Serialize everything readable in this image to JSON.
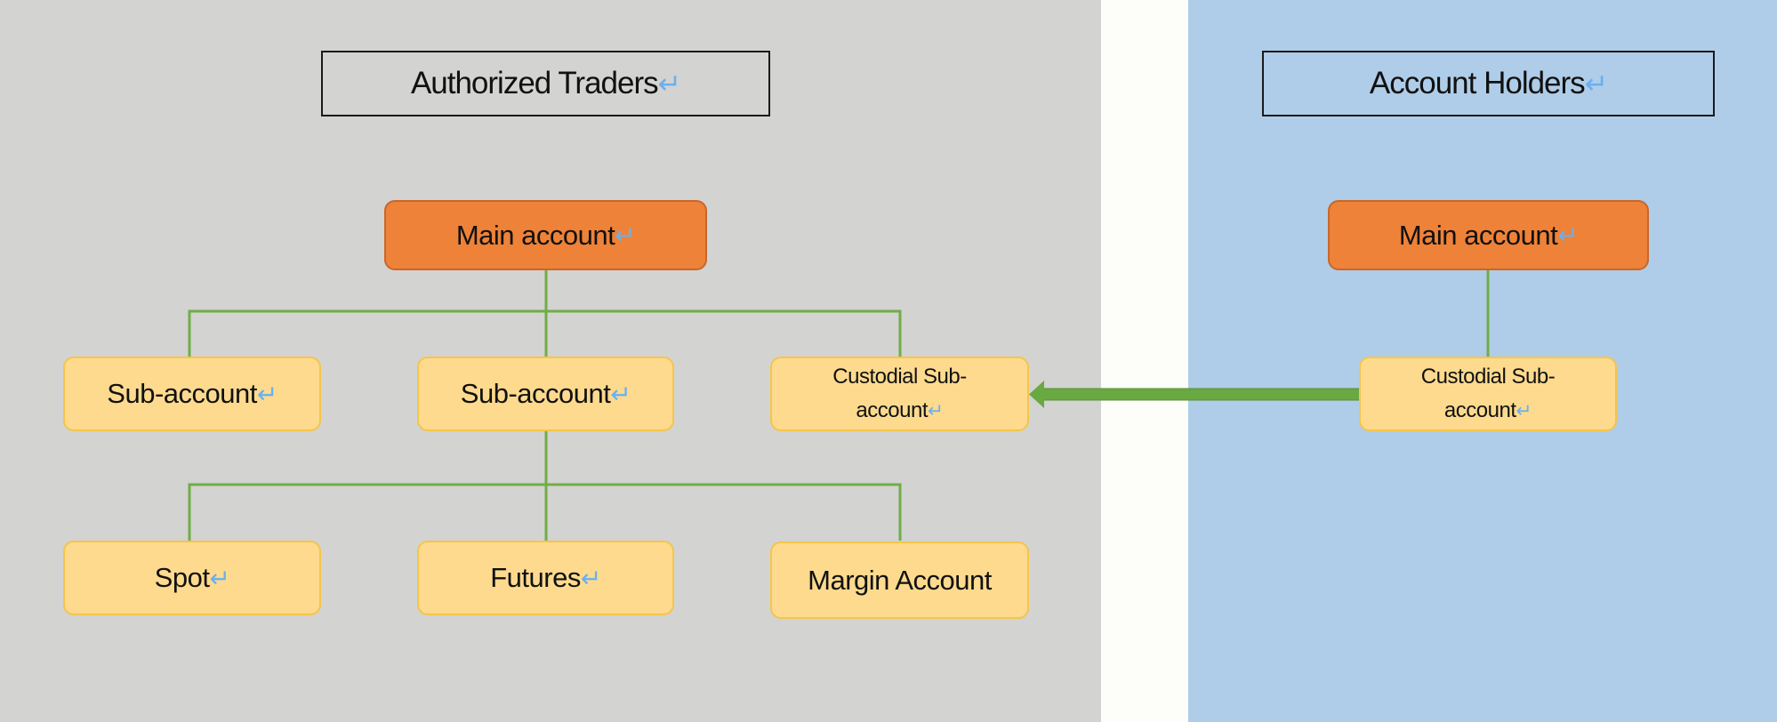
{
  "left": {
    "title": "Authorized Traders",
    "main": "Main account",
    "row1": [
      "Sub-account",
      "Sub-account",
      "Custodial Sub-account"
    ],
    "row2": [
      "Spot",
      "Futures",
      "Margin Account"
    ]
  },
  "right": {
    "title": "Account Holders",
    "main": "Main account",
    "custodial": "Custodial Sub-account"
  },
  "paragraph_mark": "↵",
  "colors": {
    "left_bg": "#d3d3d2",
    "right_bg": "#afcde8",
    "main": "#ee8238",
    "sub": "#fdda8e",
    "connector": "#70ad47"
  }
}
